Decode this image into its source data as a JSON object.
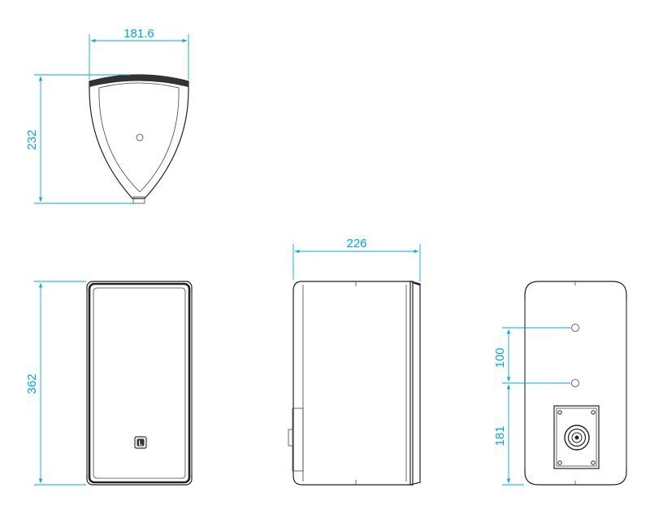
{
  "colors": {
    "dimension": "#00a8e0",
    "outline": "#222222",
    "logo": "#333333"
  },
  "dimensions": {
    "top_width": "181.6",
    "top_depth": "232",
    "front_height": "362",
    "side_depth": "226",
    "rear_hole_spacing": "100",
    "rear_connector_height": "181"
  },
  "logo": {
    "letter": "L"
  }
}
